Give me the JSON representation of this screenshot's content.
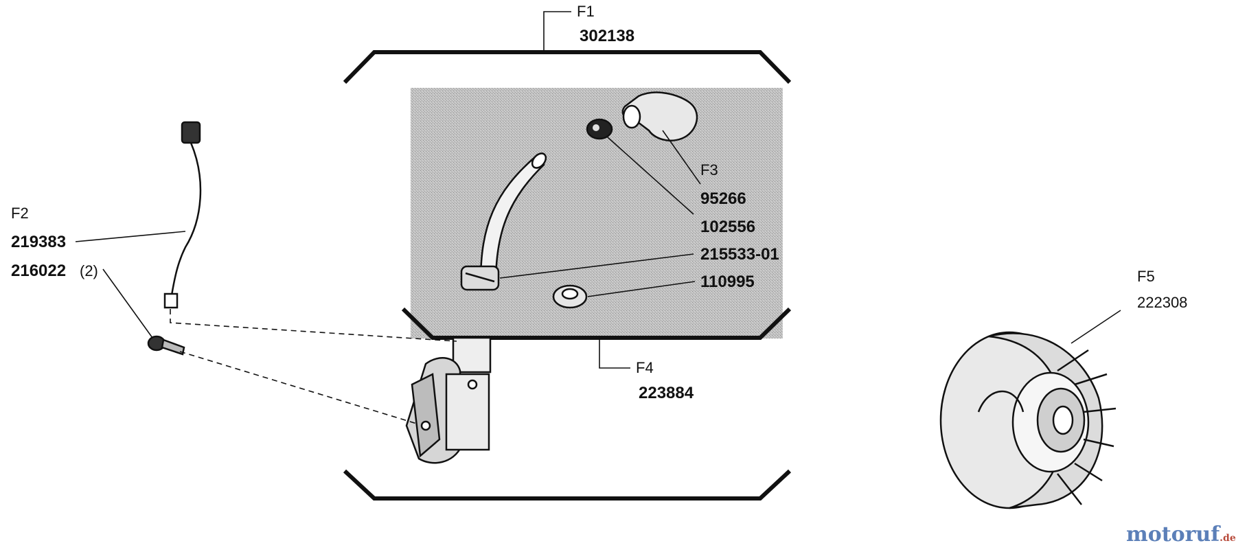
{
  "callouts": {
    "f1": {
      "code": "F1",
      "part": "302138"
    },
    "f2": {
      "code": "F2",
      "part_wire": "219383",
      "part_screw": "216022",
      "qty": "(2)"
    },
    "f3": {
      "code": "F3",
      "part_boot": "95266",
      "part_spring": "102556",
      "part_clip": "215533-01",
      "part_grommet": "110995"
    },
    "f4": {
      "code": "F4",
      "part": "223884"
    },
    "f5": {
      "code": "F5",
      "part": "222308"
    }
  },
  "watermark": {
    "text_main": "motoruf",
    "text_suffix": ".de",
    "color_a": "#5b7fb8",
    "color_b": "#b84a3a"
  },
  "colors": {
    "ink": "#111111",
    "shade": "#bdbdbd",
    "paper": "#ffffff"
  }
}
